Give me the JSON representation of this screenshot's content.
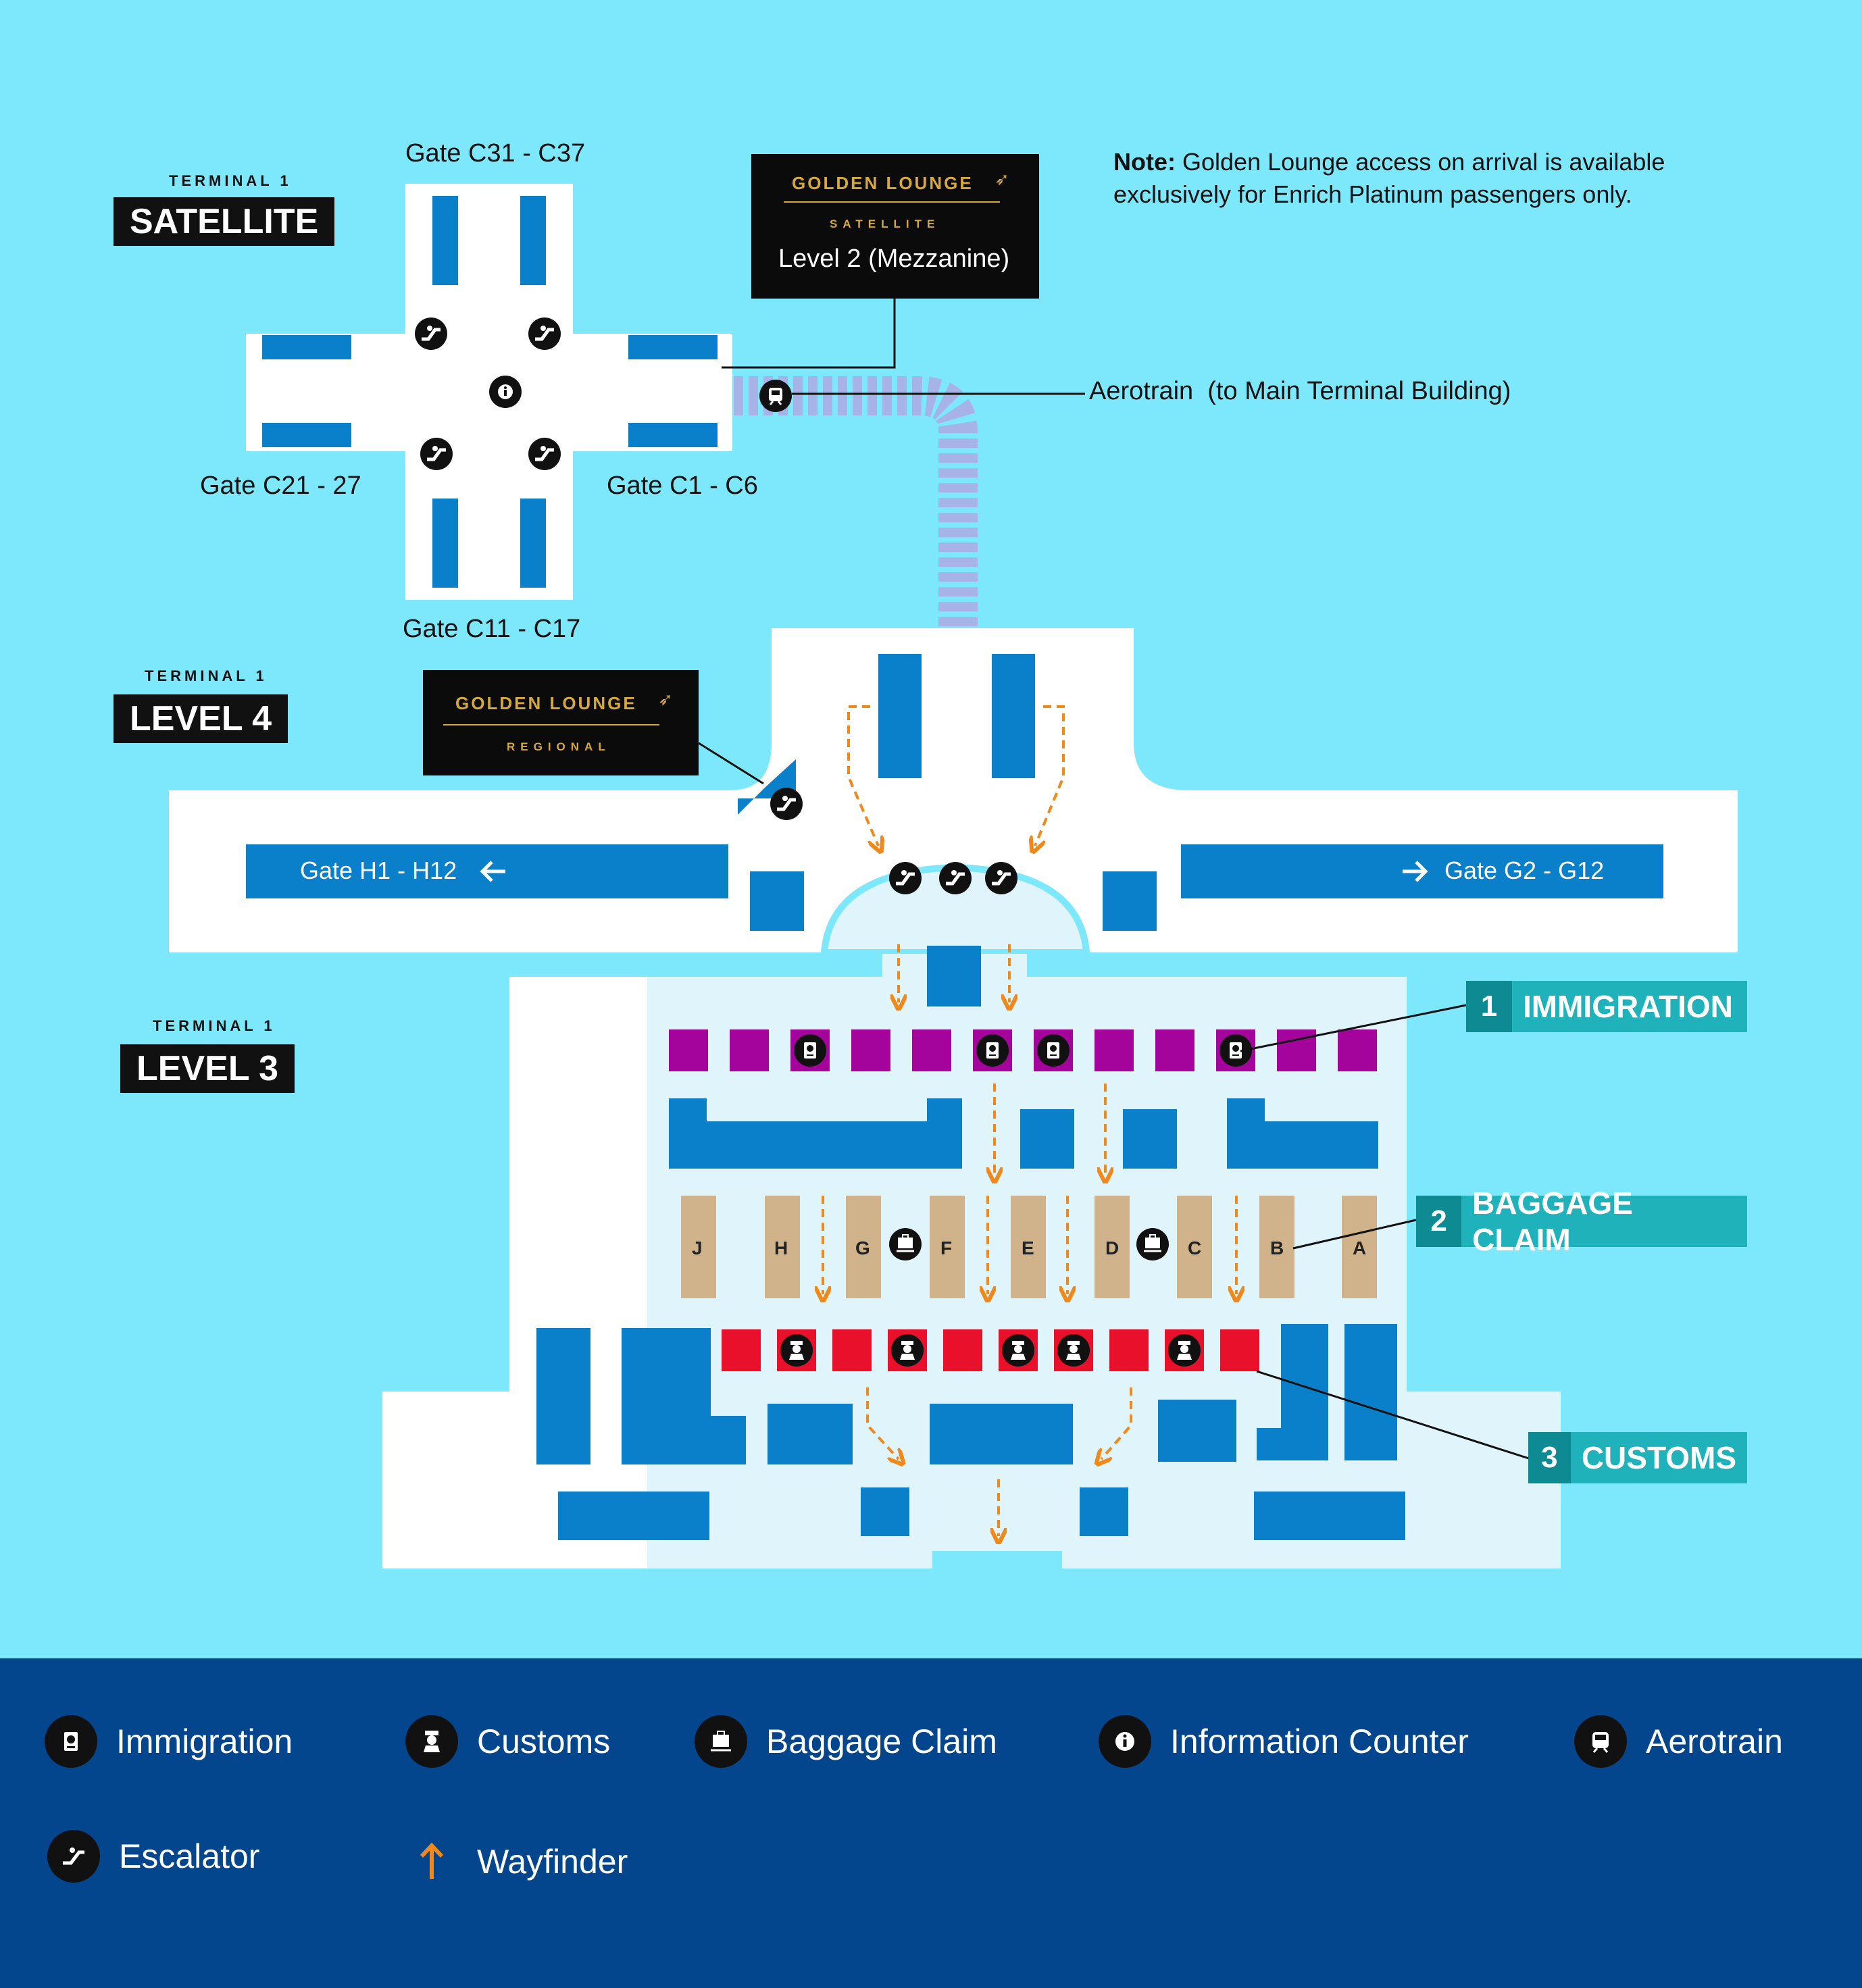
{
  "colors": {
    "background": "#7de8fb",
    "floor": "#ffffff",
    "level3_floor": "#dff4fb",
    "gate_block": "#0a80cb",
    "immigration": "#a4039c",
    "baggage": "#d1b38b",
    "customs": "#e8102b",
    "aerotrain_track": "#a7b3e6",
    "wayfinder": "#f0881a",
    "callout": "#1fb2ba",
    "callout_number": "#0e8a93",
    "legend_bg": "#03468e",
    "lounge_gold": "#d7a93a"
  },
  "satellite": {
    "terminal_label": "TERMINAL 1",
    "title": "SATELLITE",
    "gate_north": "Gate C31 - C37",
    "gate_west": "Gate C21 - 27",
    "gate_east": "Gate C1 - C6",
    "gate_south": "Gate C11 - C17"
  },
  "lounge_satellite": {
    "name": "GOLDEN LOUNGE",
    "subtitle": "SATELLITE",
    "level": "Level 2 (Mezzanine)"
  },
  "note": {
    "bold": "Note:",
    "line1": "Golden Lounge access on arrival is available",
    "line2": "exclusively for Enrich Platinum passengers only."
  },
  "aerotrain": {
    "label": "Aerotrain  (to Main Terminal Building)"
  },
  "level4": {
    "terminal_label": "TERMINAL 1",
    "title": "LEVEL 4",
    "gate_left": "Gate H1 - H12",
    "gate_right": "Gate G2 - G12"
  },
  "lounge_regional": {
    "name": "GOLDEN LOUNGE",
    "subtitle": "REGIONAL"
  },
  "level3": {
    "terminal_label": "TERMINAL 1",
    "title": "LEVEL 3",
    "baggage_belts": [
      "J",
      "H",
      "G",
      "F",
      "E",
      "D",
      "C",
      "B",
      "A"
    ]
  },
  "callouts": [
    {
      "number": "1",
      "label": "IMMIGRATION"
    },
    {
      "number": "2",
      "label": "BAGGAGE CLAIM"
    },
    {
      "number": "3",
      "label": "CUSTOMS"
    }
  ],
  "legend": {
    "items": [
      {
        "label": "Immigration",
        "icon": "passport-icon"
      },
      {
        "label": "Customs",
        "icon": "customs-officer-icon"
      },
      {
        "label": "Baggage Claim",
        "icon": "baggage-cart-icon"
      },
      {
        "label": "Information Counter",
        "icon": "info-icon"
      },
      {
        "label": "Aerotrain",
        "icon": "train-icon"
      },
      {
        "label": "Escalator",
        "icon": "escalator-icon"
      },
      {
        "label": "Wayfinder",
        "icon": "arrow-up-icon"
      }
    ]
  }
}
